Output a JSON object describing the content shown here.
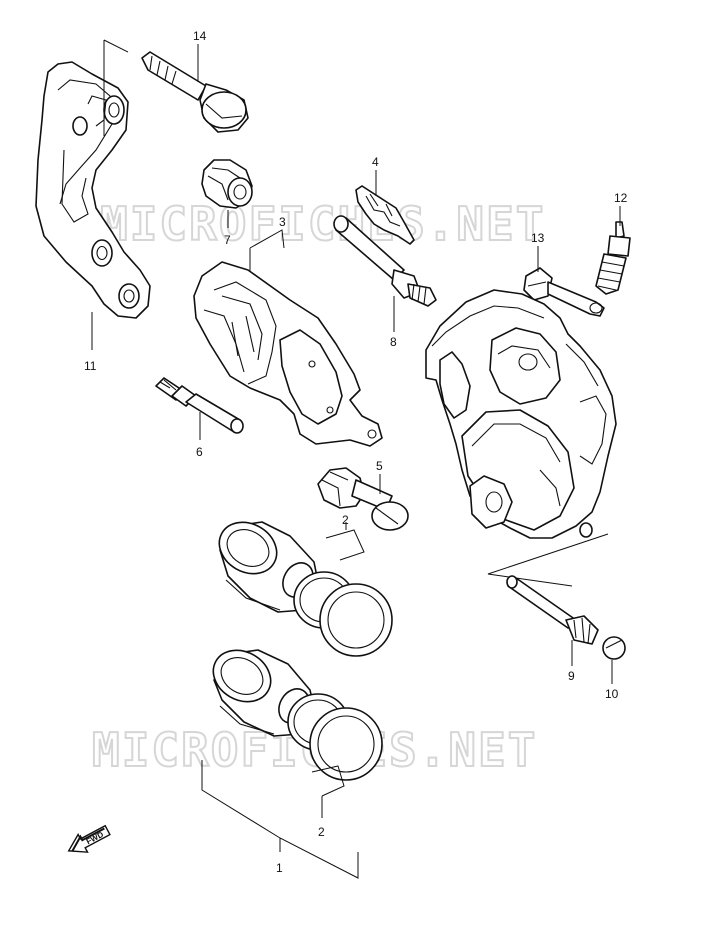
{
  "watermark": {
    "text_top": "MICROFICHES.NET",
    "text_bottom": "MICROFICHES.NET"
  },
  "badge": {
    "label": "FWD"
  },
  "callouts": {
    "p1": "1",
    "p2a": "2",
    "p2b": "2",
    "p3": "3",
    "p4": "4",
    "p5": "5",
    "p6": "6",
    "p7": "7",
    "p8": "8",
    "p9": "9",
    "p10": "10",
    "p11": "11",
    "p12": "12",
    "p13": "13",
    "p14": "14"
  }
}
